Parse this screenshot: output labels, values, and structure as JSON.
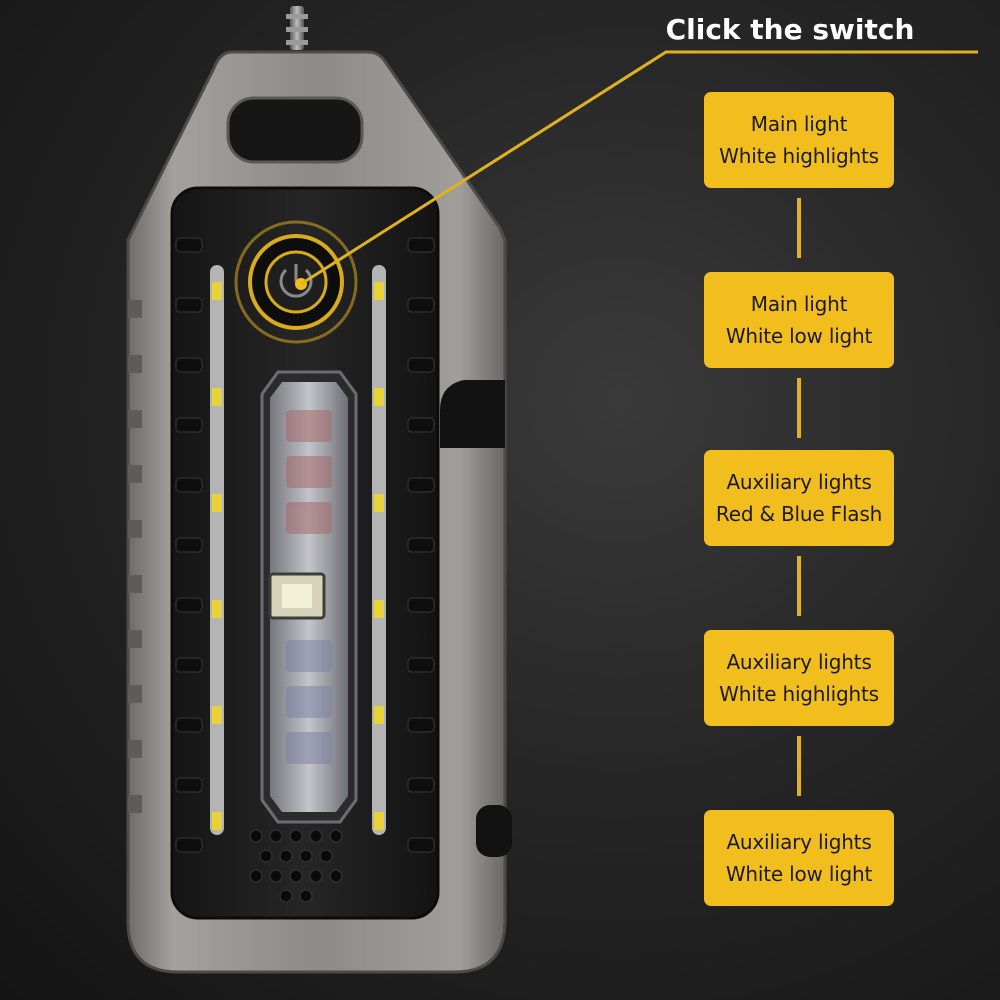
{
  "header": {
    "title": "Click the switch"
  },
  "modes": [
    {
      "line1": "Main light",
      "line2": "White highlights"
    },
    {
      "line1": "Main light",
      "line2": "White low light"
    },
    {
      "line1": "Auxiliary lights",
      "line2": "Red & Blue Flash"
    },
    {
      "line1": "Auxiliary lights",
      "line2": "White highlights"
    },
    {
      "line1": "Auxiliary lights",
      "line2": "White low light"
    }
  ],
  "colors": {
    "accent": "#f2be1e",
    "callout_line": "#e0b21e",
    "body_metal": "#8f8d89",
    "rubber": "#1c1c1c"
  },
  "icons": {
    "switch": "power-button-icon",
    "led": "cob-led-icon"
  }
}
